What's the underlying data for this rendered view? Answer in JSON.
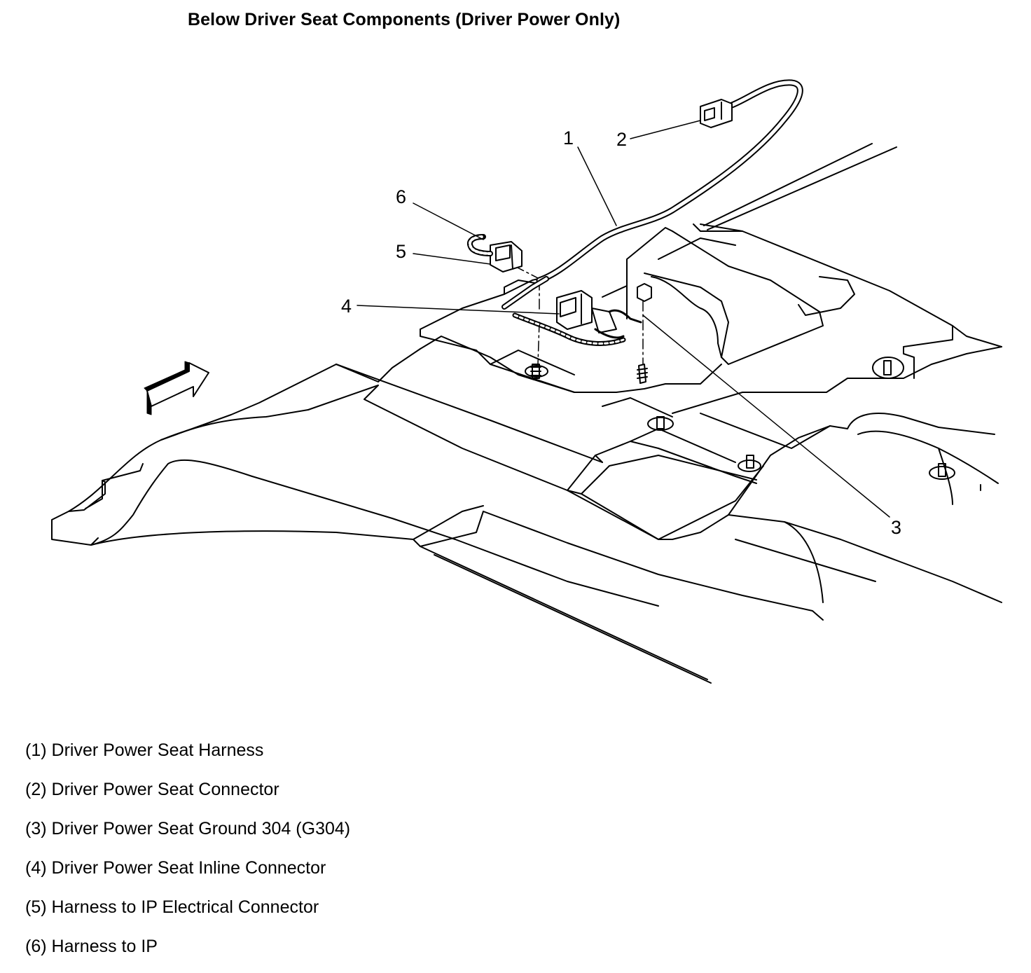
{
  "title": "Below Driver Seat Components (Driver Power Only)",
  "callouts": [
    "1",
    "2",
    "3",
    "4",
    "5",
    "6"
  ],
  "legend": [
    {
      "number": "(1)",
      "text": "Driver Power Seat Harness"
    },
    {
      "number": "(2)",
      "text": "Driver Power Seat Connector"
    },
    {
      "number": "(3)",
      "text": "Driver Power Seat Ground 304 (G304)"
    },
    {
      "number": "(4)",
      "text": "Driver Power Seat Inline Connector"
    },
    {
      "number": "(5)",
      "text": "Harness to IP Electrical Connector"
    },
    {
      "number": "(6)",
      "text": "Harness to IP"
    }
  ],
  "icons": {
    "direction": "forward-arrow-icon"
  }
}
